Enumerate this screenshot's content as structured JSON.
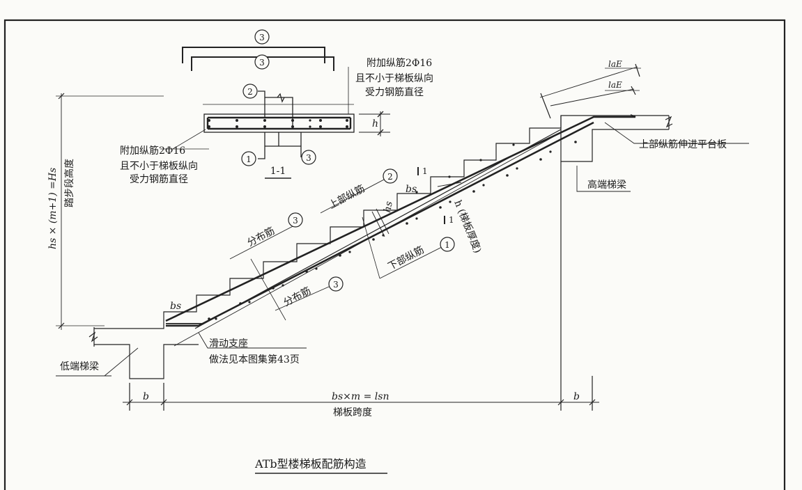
{
  "title": "ATb型楼梯板配筋构造",
  "section": {
    "label": "1-1",
    "bubbles": [
      "3",
      "3",
      "2",
      "1",
      "3"
    ],
    "dim_h": "h"
  },
  "notes": {
    "extra_bars_top_1": "附加纵筋2",
    "extra_bars_top_bar": "Φ16",
    "extra_bars_top_2": "且不小于梯板纵向",
    "extra_bars_top_3": "受力钢筋直径",
    "extra_bars_left_1": "附加纵筋2",
    "extra_bars_left_bar": "Φ16",
    "extra_bars_left_2": "且不小于梯板纵向",
    "extra_bars_left_3": "受力钢筋直径",
    "top_bar_into_platform": "上部纵筋伸进平台板",
    "high_end_beam": "高端梯梁",
    "low_end_beam": "低端梯梁",
    "sliding_support_1": "滑动支座",
    "sliding_support_2": "做法见本图集第43页",
    "top_long_bar": "上部纵筋",
    "top_long_bar_num": "2",
    "dist_bar_upper": "分布筋",
    "dist_bar_upper_num": "3",
    "dist_bar_lower": "分布筋",
    "dist_bar_lower_num": "3",
    "bottom_long_bar": "下部纵筋",
    "bottom_long_bar_num": "1",
    "thickness": "h (梯板厚度)",
    "cut_1": "1",
    "cut_2": "1"
  },
  "dims": {
    "left_height": "hs × (m+1) =Hs",
    "left_height_cn": "踏步段高度",
    "span_formula": "bs×m = lsn",
    "span_cn": "梯板跨度",
    "b_left": "b",
    "b_right": "b",
    "bs_low": "bs",
    "bs_mid": "bs",
    "hs_mid": "hs",
    "la_e_1": "laE",
    "la_e_2": "laE"
  }
}
